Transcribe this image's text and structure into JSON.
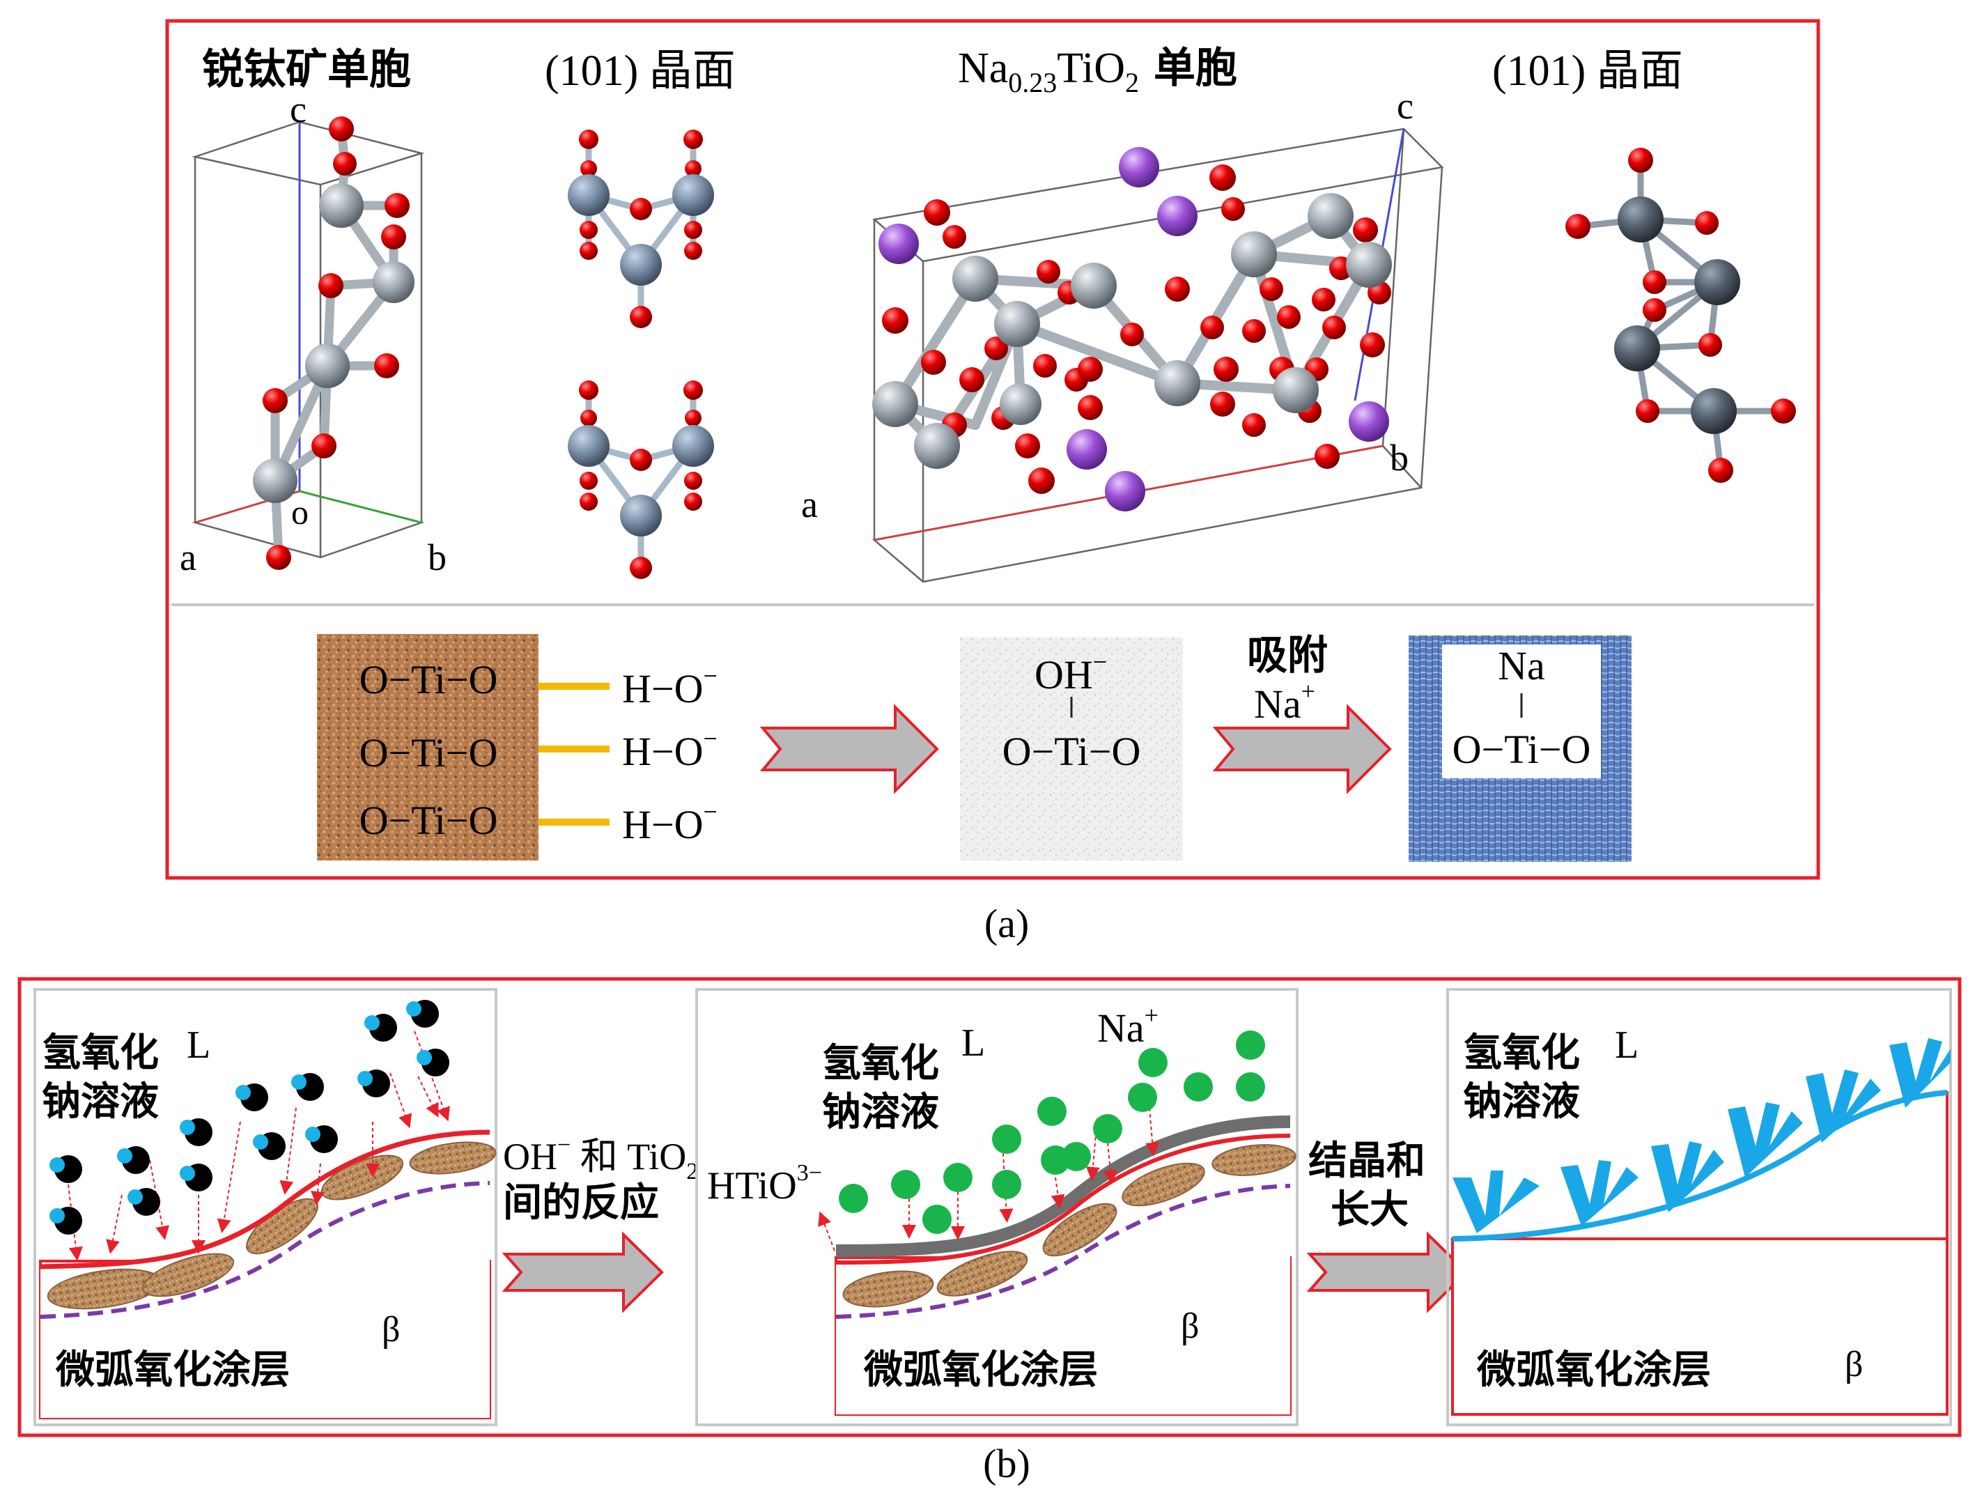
{
  "panel_a": {
    "caption": "(a)",
    "top_labels": {
      "anatase_cell": "锐钛矿单胞",
      "plane_101_left": "(101) 晶面",
      "na_cell_prefix": "Na",
      "na_cell_sub": "0.23",
      "na_cell_mid": "TiO",
      "na_cell_sub2": "2",
      "na_cell_suffix": " 单胞",
      "plane_101_right": "(101) 晶面"
    },
    "axis_labels": {
      "a": "a",
      "b": "b",
      "c": "c",
      "o": "o"
    },
    "surface_rows": [
      "O−Ti−O",
      "O−Ti−O",
      "O−Ti−O"
    ],
    "hydroxyl": "H−O",
    "hydroxyl_charge": "−",
    "middle_top": "OH",
    "middle_charge": "−",
    "middle_bottom": "O−Ti−O",
    "adsorb_label": "吸附",
    "adsorb_ion": "Na",
    "adsorb_charge": "+",
    "final_top": "Na",
    "final_bottom": "O−Ti−O"
  },
  "panel_b": {
    "caption": "(b)",
    "solution_line1": "氢氧化",
    "solution_line2": "钠溶液",
    "liquid": "L",
    "beta": "β",
    "coating": "微弧氧化涂层",
    "reaction_line1_pre": "OH",
    "reaction_line1_charge": "−",
    "reaction_line1_mid": " 和 TiO",
    "reaction_line1_sub": "2",
    "reaction_line2": "间的反应",
    "htio_pre": "HTiO",
    "htio_charge": "3−",
    "na_plus": "Na",
    "na_charge": "+",
    "growth_line1": "结晶和",
    "growth_line2": "长大"
  },
  "colors": {
    "frame_red": "#e8202a",
    "oxygen": "#e00000",
    "titanium": "#9aa3ab",
    "sodium": "#9b4fd6",
    "hydroxyl_bond": "#f5b800",
    "sodium_ion_green": "#19b54a",
    "crystal_blue": "#1aa7e8",
    "arrow_gray": "#b9b9b9"
  }
}
